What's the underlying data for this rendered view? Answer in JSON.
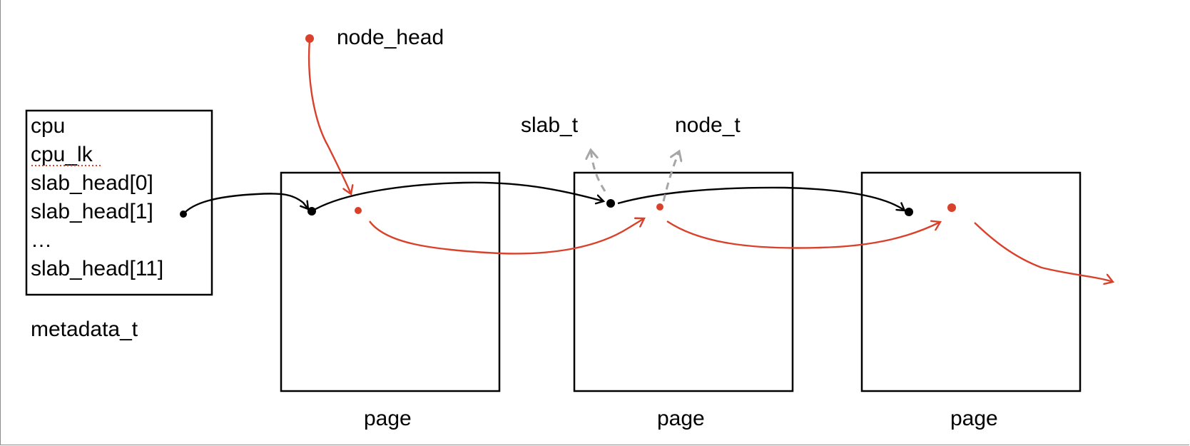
{
  "metadata_struct": {
    "fields": [
      "cpu",
      "cpu_lk",
      "slab_head[0]",
      "slab_head[1]",
      "…",
      "slab_head[11]"
    ],
    "caption": "metadata_t"
  },
  "labels": {
    "node_head": "node_head",
    "slab_t": "slab_t",
    "node_t": "node_t"
  },
  "pages": [
    {
      "caption": "page"
    },
    {
      "caption": "page"
    },
    {
      "caption": "page"
    }
  ],
  "colors": {
    "slab_link": "#000000",
    "node_link": "#d9412b",
    "type_hint": "#a6a6a6",
    "spellcheck_underline": "#d9412b"
  }
}
